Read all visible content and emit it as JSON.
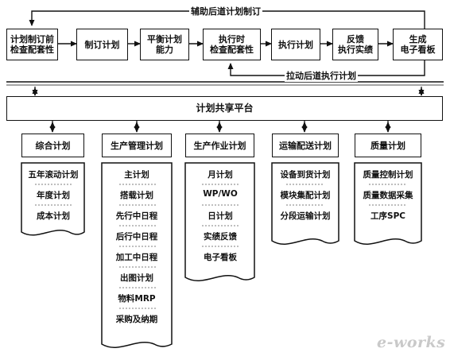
{
  "top_flow": [
    {
      "label": "计划制订前\n检查配套性"
    },
    {
      "label": "制订计划"
    },
    {
      "label": "平衡计划\n能力"
    },
    {
      "label": "执行时\n检查配套性"
    },
    {
      "label": "执行计划"
    },
    {
      "label": "反馈\n执行实绩"
    },
    {
      "label": "生成\n电子看板"
    }
  ],
  "feedback_top_label": "辅助后道计划制订",
  "feedback_bottom_label": "拉动后道执行计划",
  "platform_label": "计划共享平台",
  "modules": [
    {
      "title": "综合计划",
      "items": [
        "五年滚动计划",
        "年度计划",
        "成本计划"
      ]
    },
    {
      "title": "生产管理计划",
      "items": [
        "主计划",
        "搭载计划",
        "先行中日程",
        "后行中日程",
        "加工中日程",
        "出图计划",
        "物料MRP",
        "采购及纳期"
      ]
    },
    {
      "title": "生产作业计划",
      "items": [
        "月计划",
        "WP/WO",
        "日计划",
        "实绩反馈",
        "电子看板"
      ]
    },
    {
      "title": "运输配送计划",
      "items": [
        "设备到货计划",
        "模块集配计划",
        "分段运输计划"
      ]
    },
    {
      "title": "质量计划",
      "items": [
        "质量控制计划",
        "质量数据采集",
        "工序SPC"
      ]
    }
  ],
  "watermark": "e-works"
}
